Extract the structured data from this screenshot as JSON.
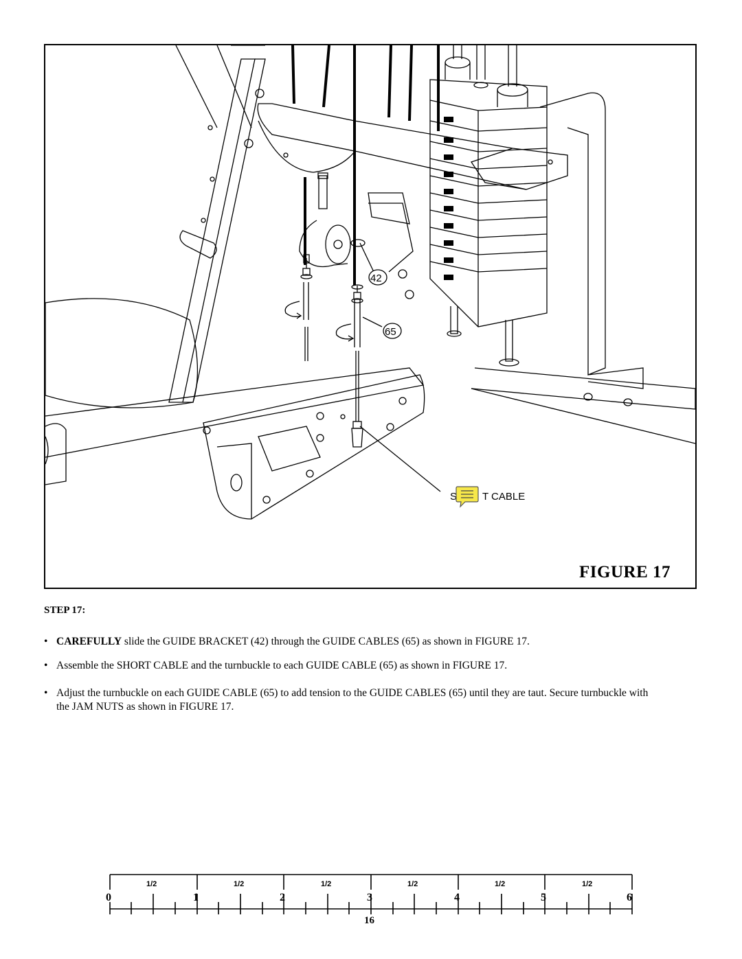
{
  "figure": {
    "label": "FIGURE 17",
    "callouts": {
      "guide_bracket": "42",
      "guide_cable": "65",
      "short_cable_start": "S",
      "short_cable_end": "T CABLE"
    },
    "comment_icon": "comment-note-icon",
    "comment_color": "#f7e84a"
  },
  "step": {
    "heading": "STEP 17:",
    "bullets": [
      {
        "bold": "CAREFULLY",
        "text": " slide the GUIDE BRACKET (42) through the GUIDE CABLES (65) as shown in FIGURE 17."
      },
      {
        "bold": "",
        "text": "Assemble the SHORT CABLE and the turnbuckle to each GUIDE CABLE (65) as shown in FIGURE 17."
      },
      {
        "bold": "",
        "text": "Adjust the turnbuckle on each GUIDE CABLE (65) to add tension to the GUIDE CABLES (65) until they are taut. Secure turnbuckle with the JAM NUTS as shown in FIGURE 17."
      }
    ]
  },
  "ruler": {
    "inches": [
      "0",
      "1",
      "2",
      "3",
      "4",
      "5",
      "6"
    ],
    "half_label": "1/2"
  },
  "page_number": "16"
}
